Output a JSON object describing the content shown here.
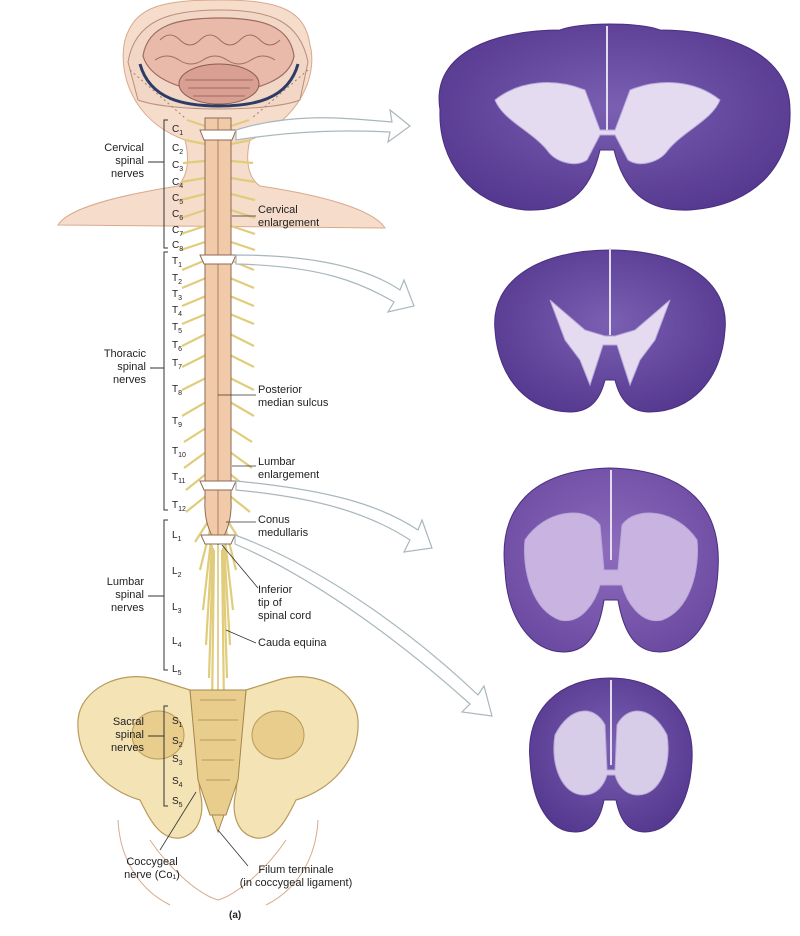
{
  "labels": {
    "cervical_nerves": "Cervical\nspinal\nnerves",
    "thoracic_nerves": "Thoracic\nspinal\nnerves",
    "lumbar_nerves": "Lumbar\nspinal\nnerves",
    "sacral_nerves": "Sacral\nspinal\nnerves",
    "coccygeal_nerve": "Coccygeal\nnerve (Co₁)",
    "cervical_enlargement": "Cervical\nenlargement",
    "posterior_median_sulcus": "Posterior\nmedian sulcus",
    "lumbar_enlargement": "Lumbar\nenlargement",
    "conus_medullaris": "Conus\nmedullaris",
    "inferior_tip": "Inferior\ntip of\nspinal cord",
    "cauda_equina": "Cauda equina",
    "filum_terminale": "Filum terminale\n(in coccygeal ligament)",
    "caption": "(a)"
  },
  "segments": {
    "cervical": [
      {
        "l": "C",
        "n": "1"
      },
      {
        "l": "C",
        "n": "2"
      },
      {
        "l": "C",
        "n": "3"
      },
      {
        "l": "C",
        "n": "4"
      },
      {
        "l": "C",
        "n": "5"
      },
      {
        "l": "C",
        "n": "6"
      },
      {
        "l": "C",
        "n": "7"
      },
      {
        "l": "C",
        "n": "8"
      }
    ],
    "thoracic": [
      {
        "l": "T",
        "n": "1"
      },
      {
        "l": "T",
        "n": "2"
      },
      {
        "l": "T",
        "n": "3"
      },
      {
        "l": "T",
        "n": "4"
      },
      {
        "l": "T",
        "n": "5"
      },
      {
        "l": "T",
        "n": "6"
      },
      {
        "l": "T",
        "n": "7"
      },
      {
        "l": "T",
        "n": "8"
      },
      {
        "l": "T",
        "n": "9"
      },
      {
        "l": "T",
        "n": "10"
      },
      {
        "l": "T",
        "n": "11"
      },
      {
        "l": "T",
        "n": "12"
      }
    ],
    "lumbar": [
      {
        "l": "L",
        "n": "1"
      },
      {
        "l": "L",
        "n": "2"
      },
      {
        "l": "L",
        "n": "3"
      },
      {
        "l": "L",
        "n": "4"
      },
      {
        "l": "L",
        "n": "5"
      }
    ],
    "sacral": [
      {
        "l": "S",
        "n": "1"
      },
      {
        "l": "S",
        "n": "2"
      },
      {
        "l": "S",
        "n": "3"
      },
      {
        "l": "S",
        "n": "4"
      },
      {
        "l": "S",
        "n": "5"
      }
    ]
  },
  "colors": {
    "skin": "#f6dccb",
    "skin_shadow": "#e7bba4",
    "bone": "#f3e2b3",
    "bone_shadow": "#d9bd7c",
    "cord": "#f0c9a8",
    "nerve": "#e9d889",
    "brain": "#e8b8a8",
    "white_matter": "#6a4fa3",
    "gray_matter": "#e6ddf0",
    "arrow": "#c5d1d6"
  }
}
